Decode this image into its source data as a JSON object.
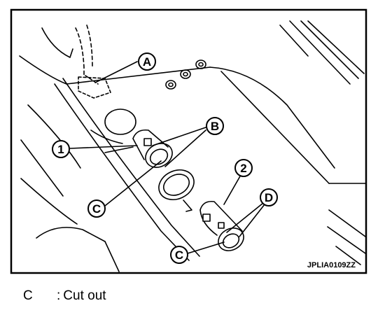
{
  "diagram": {
    "callouts": {
      "A": "A",
      "B": "B",
      "C_upper": "C",
      "C_lower": "C",
      "D": "D",
      "one": "1",
      "two": "2"
    },
    "figure_code": "JPLIA0109ZZ"
  },
  "legend": {
    "key": "C",
    "separator": ":",
    "text": "Cut out"
  }
}
